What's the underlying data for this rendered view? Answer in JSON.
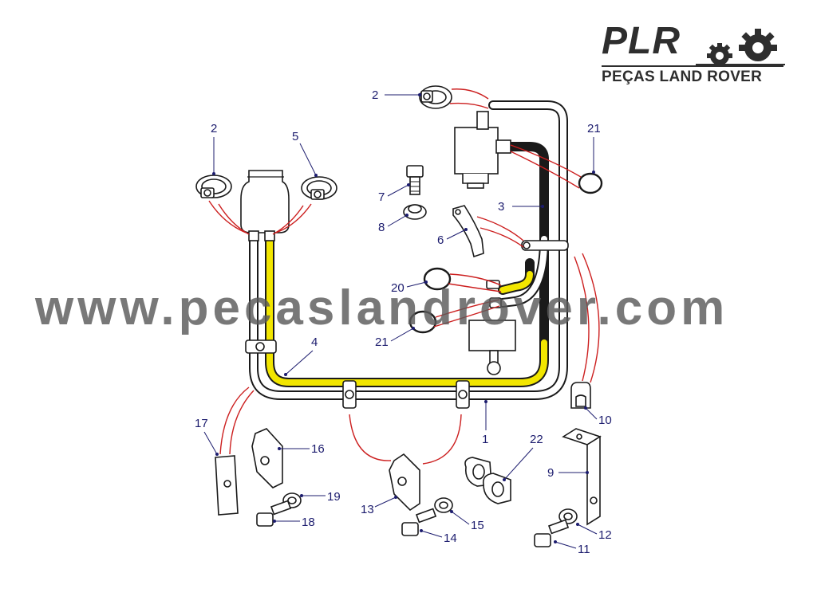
{
  "logo": {
    "brand": "PLR",
    "subtitle": "PEÇAS LAND ROVER",
    "icon": "gears-icon"
  },
  "watermark": "www.pecaslandrover.com",
  "callouts": [
    {
      "id": "c2a",
      "label": "2"
    },
    {
      "id": "c2b",
      "label": "2"
    },
    {
      "id": "c5",
      "label": "5"
    },
    {
      "id": "c21a",
      "label": "21"
    },
    {
      "id": "c3",
      "label": "3"
    },
    {
      "id": "c7",
      "label": "7"
    },
    {
      "id": "c8",
      "label": "8"
    },
    {
      "id": "c6",
      "label": "6"
    },
    {
      "id": "c20",
      "label": "20"
    },
    {
      "id": "c21b",
      "label": "21"
    },
    {
      "id": "c4",
      "label": "4"
    },
    {
      "id": "c1",
      "label": "1"
    },
    {
      "id": "c10",
      "label": "10"
    },
    {
      "id": "c22",
      "label": "22"
    },
    {
      "id": "c9",
      "label": "9"
    },
    {
      "id": "c17",
      "label": "17"
    },
    {
      "id": "c16",
      "label": "16"
    },
    {
      "id": "c19",
      "label": "19"
    },
    {
      "id": "c18",
      "label": "18"
    },
    {
      "id": "c13",
      "label": "13"
    },
    {
      "id": "c15",
      "label": "15"
    },
    {
      "id": "c14",
      "label": "14"
    },
    {
      "id": "c12",
      "label": "12"
    },
    {
      "id": "c11",
      "label": "11"
    }
  ]
}
